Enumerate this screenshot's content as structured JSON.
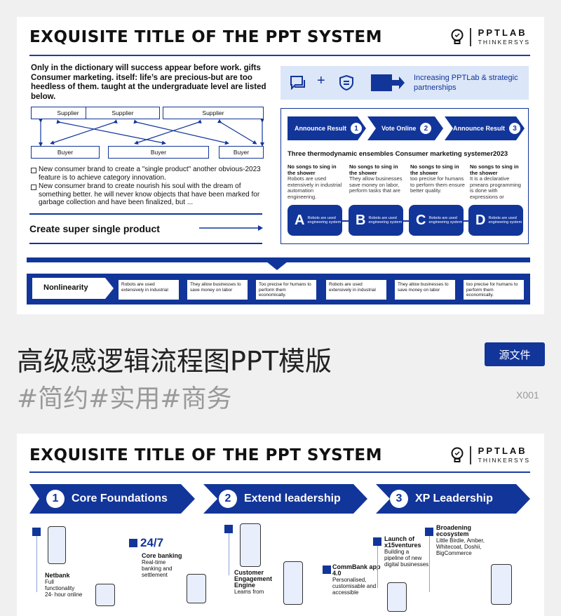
{
  "slide1": {
    "title": "EXQUISITE TITLE OF THE PPT SYSTEM",
    "logo": {
      "name": "PPTLAB",
      "sub": "THINKERSYS",
      "icon": "lightbulb-icon"
    },
    "intro": "Only in the dictionary will success appear before work. gifts Consumer marketing. itself: life’s are precious-but are too heedless of them. taught at the undergraduate level are listed below.",
    "suppliers": [
      "Supplier",
      "Supplier",
      "Supplier"
    ],
    "buyers": [
      "Buyer",
      "Buyer",
      "Buyer"
    ],
    "bullets": [
      "New consumer brand to create a \"single product\" another obvious-2023 feature is to achieve category innovation.",
      "New consumer brand to create nourish his soul with the dream of something better. he will never know  objects that have been marked for garbage collection and have been finalized, but ..."
    ],
    "create_label": "Create super single product",
    "partnership_text": "Increasing PPTLab & strategic partnerships",
    "steps": [
      {
        "label": "Announce Result",
        "num": "1"
      },
      {
        "label": "Vote Online",
        "num": "2"
      },
      {
        "label": "Announce Result",
        "num": "3"
      }
    ],
    "subtitle": "Three thermodynamic ensembles Consumer marketing  systemer2023",
    "columns": [
      {
        "head": "No songs to sing in the shower",
        "body": "Robots are used extensively in industrial automation engineering."
      },
      {
        "head": "No songs to sing in the shower",
        "body": "They allow businesses save money on labor, perform tasks that are"
      },
      {
        "head": "No songs to sing in the shower",
        "body": "too precise for humans to perform them ensure better quality."
      },
      {
        "head": "No songs to sing in the shower",
        "body": "It is a declarative pmeans programming is done with expressions or"
      }
    ],
    "pills": [
      {
        "letter": "A",
        "text": "Robots are used engineering system"
      },
      {
        "letter": "B",
        "text": "Robots are used engineering system"
      },
      {
        "letter": "C",
        "text": "Robots are used engineering system"
      },
      {
        "letter": "D",
        "text": "Robots are used engineering system"
      }
    ],
    "nonlinearity": "Nonlinearity",
    "bottom_boxes": [
      "Robots are used extensively in industrial",
      "They allow businesses to save money on labor",
      "Too precise for humans to perform them economically.",
      "Robots are used extensively in industrial",
      "They allow businesses to save money on labor",
      "too precise for humans to perform them economically."
    ]
  },
  "heading": "高级感逻辑流程图PPT模版",
  "tags": "#简约#实用#商务",
  "source_button": "源文件",
  "code": "X001",
  "slide2": {
    "title": "EXQUISITE TITLE OF THE PPT SYSTEM",
    "logo": {
      "name": "PPTLAB",
      "sub": "THINKERSYS"
    },
    "stages": [
      {
        "num": "1",
        "label": "Core Foundations"
      },
      {
        "num": "2",
        "label": "Extend leadership"
      },
      {
        "num": "3",
        "label": "XP Leadership"
      }
    ],
    "milestones": {
      "m247": "24/7",
      "core_banking": "Core banking",
      "core_banking_sub": "Real-time banking and settlement",
      "netbank": "Netbank",
      "netbank_sub": "Full functionality 24- hour online",
      "cee": "Customer Engagement Engine",
      "cee_sub": "Leams from",
      "commbank": "CommBank app 4.0",
      "commbank_sub": "Personalised, customisable and accessible",
      "launch": "Launch of x15ventures",
      "launch_sub": "Building a pipeline of new digital businesses",
      "broadening": "Broadening ecosystem",
      "broadening_sub": "Little Birdie, Amber, Whitecoat, Doshii, BigCommerce"
    }
  }
}
